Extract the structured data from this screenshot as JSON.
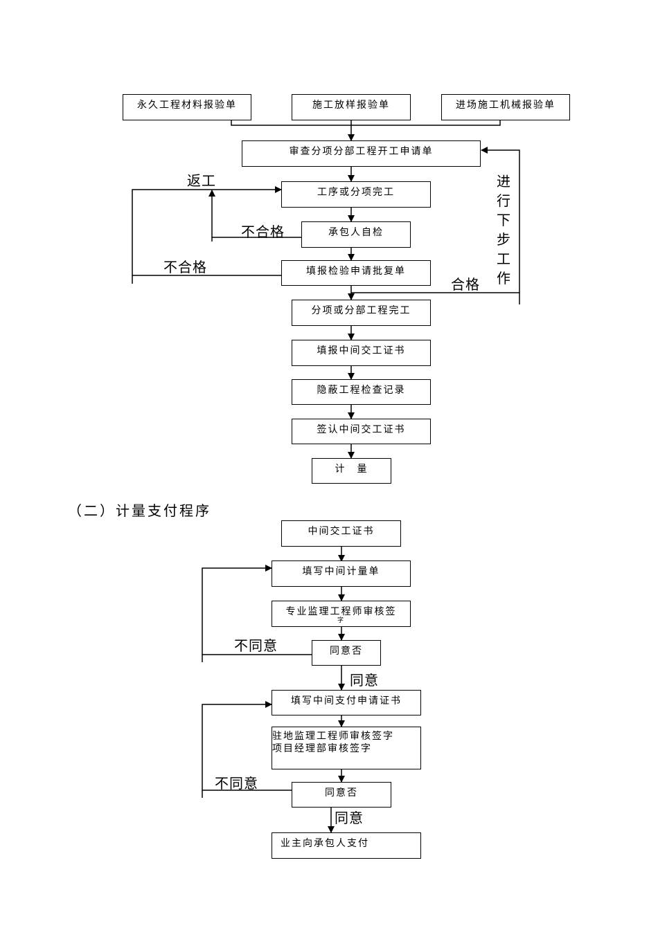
{
  "flow1": {
    "boxes": {
      "material": "永久工程材料报验单",
      "setout": "施工放样报验单",
      "machinery": "进场施工机械报验单",
      "review_start": "审查分项分部工程开工申请单",
      "process_done": "工序或分项完工",
      "self_check": "承包人自检",
      "inspection_request": "填报检验申请批复单",
      "item_done": "分项或分部工程完工",
      "fill_certificate": "填报中间交工证书",
      "hidden_record": "隐蔽工程检查记录",
      "sign_certificate": "签认中间交工证书",
      "measure": "计　量"
    },
    "labels": {
      "rework": "返工",
      "fail_1": "不合格",
      "fail_2": "不合格",
      "pass": "合格",
      "next_step": [
        "进",
        "行",
        "下",
        "步",
        "工",
        "作"
      ]
    }
  },
  "section2": {
    "heading": "（二）计量支付程序"
  },
  "flow2": {
    "boxes": {
      "interim_certificate": "中间交工证书",
      "fill_measure_sheet": "填写中间计量单",
      "engineer_review": "专业监理工程师审核签",
      "engineer_review_overflow": "字",
      "agree_1": "同意否",
      "payment_application": "填写中间支付申请证书",
      "resident_review_line1": "驻地监理工程师审核签字",
      "resident_review_line2": "项目经理部审核签字",
      "agree_2": "同意否",
      "owner_pays": "业主向承包人支付"
    },
    "labels": {
      "disagree_1": "不同意",
      "agree_1": "同意",
      "disagree_2": "不同意",
      "agree_2": "同意"
    }
  }
}
